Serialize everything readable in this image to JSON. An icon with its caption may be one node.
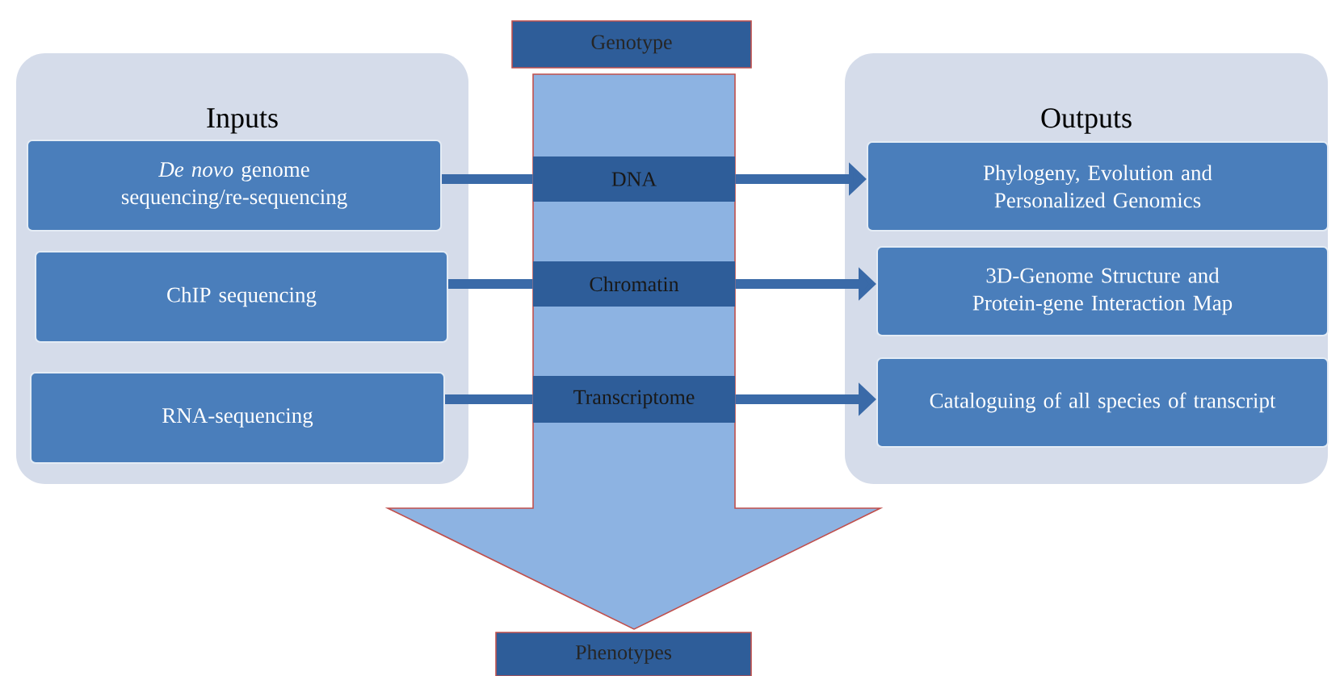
{
  "diagram": {
    "nodes": [
      {
        "text": [
          "Inputs"
        ]
      },
      {
        "text": [
          "*De novo* genome sequencing/re-sequencing"
        ],
        "in": 0
      },
      {
        "text": [
          "ChIP sequencing"
        ],
        "in": 0
      },
      {
        "text": [
          "RNA-sequencing"
        ],
        "in": 0
      },
      {
        "text": [
          "Genotype"
        ]
      },
      {
        "text": [],
        "shape": "arrow"
      },
      {
        "text": [
          "DNA"
        ],
        "in": 5
      },
      {
        "text": [
          "Chromatin"
        ],
        "in": 5
      },
      {
        "text": [
          "Transcriptome"
        ],
        "in": 5
      },
      {
        "text": [
          "Outputs"
        ]
      },
      {
        "text": [
          "Phylogeny, Evolution and Personalized Genomics"
        ],
        "in": 9
      },
      {
        "text": [
          "3D-Genome Structure and Protein-gene Interaction Map"
        ],
        "in": 9
      },
      {
        "text": [
          "Cataloguing of all species of transcript"
        ],
        "in": 9
      },
      {
        "text": [
          "Phenotypes"
        ]
      }
    ],
    "edges": [
      {
        "from": 1,
        "to": 6,
        "arrow": "none"
      },
      {
        "from": 2,
        "to": 7,
        "arrow": "none"
      },
      {
        "from": 3,
        "to": 8,
        "arrow": "none"
      },
      {
        "from": 6,
        "to": 10,
        "arrow": "to"
      },
      {
        "from": 7,
        "to": 11,
        "arrow": "to"
      },
      {
        "from": 8,
        "to": 12,
        "arrow": "to"
      }
    ]
  }
}
